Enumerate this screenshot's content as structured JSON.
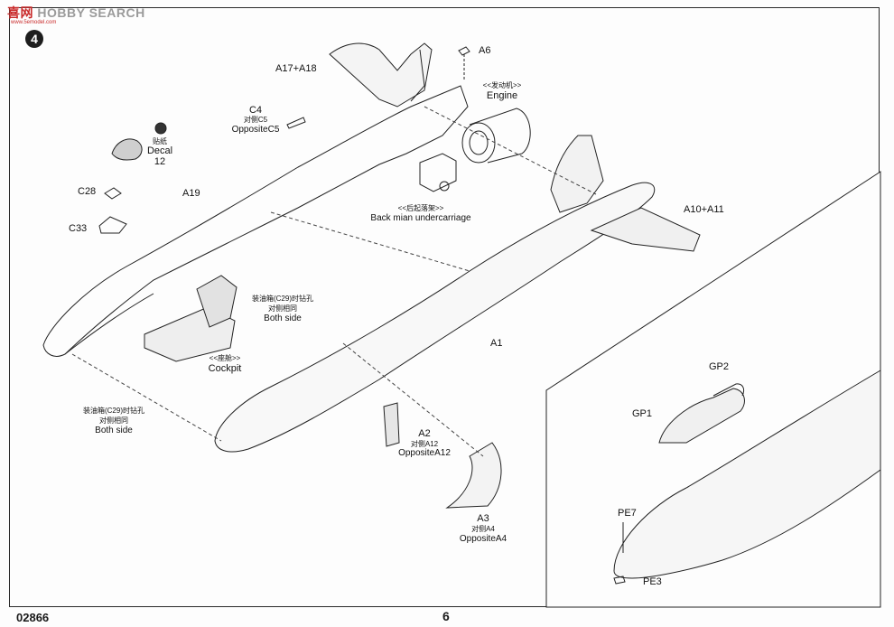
{
  "watermark": {
    "brand_cn": "喜",
    "brand_cn2": "网",
    "brand_en": "HOBBY SEARCH",
    "site": "www.5emodel.com"
  },
  "step_number": "4",
  "footer": {
    "code": "02866",
    "page": "6"
  },
  "labels": {
    "a6": "A6",
    "engine_cn": "<<发动机>>",
    "engine": "Engine",
    "a17_a18": "A17+A18",
    "c4": "C4",
    "c4_cn": "对侧C5",
    "c4_opp": "OppositeC5",
    "decal_cn": "贴纸",
    "decal": "Decal",
    "decal_num": "12",
    "c28": "C28",
    "a19": "A19",
    "c33": "C33",
    "gear_cn": "<<后起落架>>",
    "gear": "Back mian undercarriage",
    "a10_a11": "A10+A11",
    "drill_cn_1": "装油箱(C29)时钻孔",
    "drill_cn_2": "对侧相同",
    "drill_both_1": "Both side",
    "cockpit_cn": "<<座舱>>",
    "cockpit": "Cockpit",
    "a1": "A1",
    "drill2_cn_1": "装油箱(C29)时钻孔",
    "drill2_cn_2": "对侧相同",
    "drill_both_2": "Both side",
    "a2": "A2",
    "a2_cn": "对侧A12",
    "a2_opp": "OppositeA12",
    "a3": "A3",
    "a3_cn": "对侧A4",
    "a3_opp": "OppositeA4",
    "gp2": "GP2",
    "gp1": "GP1",
    "pe7": "PE7",
    "pe3": "PE3"
  }
}
